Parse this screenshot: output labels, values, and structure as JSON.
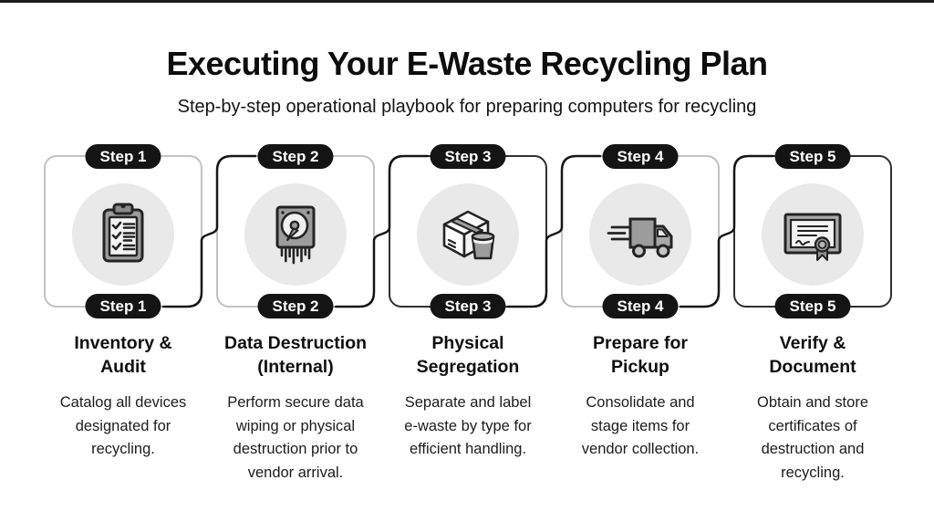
{
  "header": {
    "title": "Executing Your E-Waste Recycling Plan",
    "subtitle": "Step-by-step operational playbook for preparing computers for recycling"
  },
  "steps": [
    {
      "badge": "Step 1",
      "title": "Inventory &\nAudit",
      "description": "Catalog all devices\ndesignated for\nrecycling.",
      "icon": "clipboard-checklist"
    },
    {
      "badge": "Step 2",
      "title": "Data Destruction\n(Internal)",
      "description": "Perform secure data\nwiping or physical\ndestruction prior to\nvendor arrival.",
      "icon": "hard-drive-shredder"
    },
    {
      "badge": "Step 3",
      "title": "Physical\nSegregation",
      "description": "Separate and label\ne-waste by type for\nefficient handling.",
      "icon": "box-and-bin"
    },
    {
      "badge": "Step 4",
      "title": "Prepare for\nPickup",
      "description": "Consolidate and\nstage items for\nvendor collection.",
      "icon": "delivery-truck"
    },
    {
      "badge": "Step 5",
      "title": "Verify &\nDocument",
      "description": "Obtain and store\ncertificates of\ndestruction and\nrecycling.",
      "icon": "certificate"
    }
  ],
  "colors": {
    "background": "#ffffff",
    "badge_bg": "#141414",
    "badge_text": "#ffffff",
    "card_border_light": "#c2c2c2",
    "card_border_dark": "#2f2f2f",
    "connector": "#161616",
    "icon_circle_bg": "#e9e9e9",
    "icon_gray": "#9c9c9c",
    "icon_outline": "#242424"
  }
}
